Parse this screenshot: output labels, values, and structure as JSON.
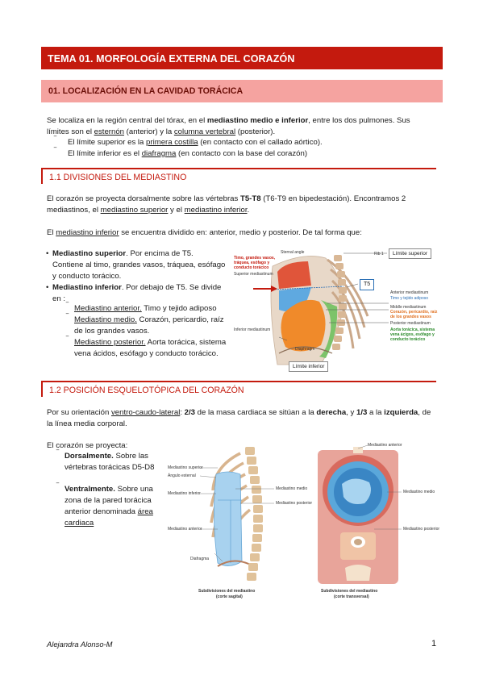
{
  "title": "TEMA 01. MORFOLOGÍA EXTERNA DEL CORAZÓN",
  "section1": {
    "heading": "01. LOCALIZACIÓN EN LA CAVIDAD TORÁCICA",
    "intro": {
      "t1": "Se localiza en la región central del tórax, en el ",
      "b1": "mediastino medio e inferior",
      "t2": ", entre los dos pulmones. Sus límites son el ",
      "u1": "esternón",
      "t3": " (anterior) y la ",
      "u2": "columna vertebral",
      "t4": " (posterior)."
    },
    "limit_sup": {
      "t1": "El límite superior es la ",
      "u": "primera costilla",
      "t2": " (en contacto con el callado aórtico)."
    },
    "limit_inf": {
      "t1": "El límite inferior es el ",
      "u": "diafragma",
      "t2": " (en contacto con la base del corazón)"
    }
  },
  "sub1": {
    "heading": "1.1 DIVISIONES DEL MEDIASTINO",
    "p1": {
      "t1": "El corazón se proyecta dorsalmente sobre las vértebras ",
      "b1": "T5-T8",
      "t2": " (T6-T9 en bipedestación). Encontramos 2 mediastinos, el ",
      "u1": "mediastino superior",
      "t3": " y el ",
      "u2": "mediastino inferior",
      "t4": "."
    },
    "p2": {
      "t1": "El ",
      "u1": "mediastino inferior",
      "t2": " se encuentra dividido en: anterior, medio y posterior. De tal forma que:"
    },
    "bullet1": {
      "b": "Mediastino superior",
      "t": ". Por encima de T5. Contiene al timo, grandes vasos, tráquea, esófago y conducto torácico."
    },
    "bullet2": {
      "b": "Mediastino inferior",
      "t": ". Por debajo de T5. Se divide en :"
    },
    "sub_items": [
      {
        "u": "Mediastino anterior.",
        "t": " Timo y tejido adiposo"
      },
      {
        "u": "Mediastino medio.",
        "t": " Corazón, pericardio, raíz de los grandes vasos."
      },
      {
        "u": "Mediastino posterior.",
        "t": " Aorta torácica, sistema vena ácidos, esófago y conducto torácico."
      }
    ],
    "figure": {
      "limite_superior": "Límite superior",
      "limite_inferior": "Límite inferior",
      "t5": "T5",
      "sternal_angle": "Sternal angle",
      "rib1": "Rib 1",
      "superior_mediastinum": "Superior mediastinum",
      "inferior_mediastinum": "Inferior mediastinum",
      "diaphragm": "Diaphragm",
      "anterior_mediastinum": "Anterior mediastinum",
      "middle_mediastinum": "Middle mediastinum",
      "posterior_mediastinum": "Posterior mediastinum",
      "red_note": "Timo, grandes vasos, tráquea, esófago y conducto torácico",
      "blue_note": "Timo y tejido adiposo",
      "orange_note": "Corazón, pericardio, raíz de los grandes vasos",
      "green_note": "Aorta torácica, sistema vena ácigos, esófago y conducto torácico"
    }
  },
  "sub2": {
    "heading": "1.2 POSICIÓN ESQUELOTÓPICA DEL CORAZÓN",
    "p1": {
      "t1": "Por su orientación ",
      "u1": "ventro-caudo-lateral",
      "t2": ": ",
      "b1": "2/3",
      "t3": " de la masa cardiaca se sitúan a la ",
      "b2": "derecha",
      "t4": ", y ",
      "b3": "1/3",
      "t5": " a la ",
      "b4": "izquierda",
      "t6": ", de la línea media corporal."
    },
    "p2": "El corazón se proyecta:",
    "item1": {
      "b": "Dorsalmente.",
      "t": " Sobre las vértebras torácicas D5-D8"
    },
    "item2": {
      "b": "Ventralmente.",
      "t": " Sobre una zona de la pared torácica anterior denominada ",
      "u": "área cardiaca"
    },
    "fig_sag": {
      "l1": "Mediastino superior",
      "l2": "Ángulo esternal",
      "l3": "Mediastino inferior",
      "l4": "Mediastino anterior",
      "l5": "Diafragma",
      "l6": "Mediastino medio",
      "l7": "Mediastino posterior",
      "caption1": "Subdivisiones del mediastino",
      "caption2": "(corte sagital)"
    },
    "fig_trans": {
      "l1": "Mediastino anterior",
      "l2": "Mediastino medio",
      "l3": "Mediastino posterior",
      "caption1": "Subdivisiones del mediastino",
      "caption2": "(corte transversal)"
    }
  },
  "footer": {
    "author": "Alejandra Alonso-M",
    "page": "1"
  }
}
